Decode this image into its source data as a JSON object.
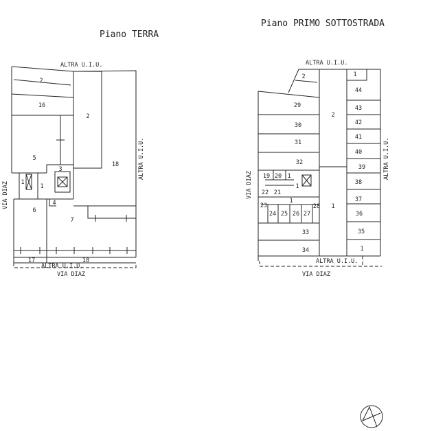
{
  "titles": {
    "terra": "Piano TERRA",
    "sottostrada": "Piano PRIMO SOTTOSTRADA"
  },
  "terra": {
    "altra_top": "ALTRA U.I.U.",
    "altra_right": "ALTRA U.I.U.",
    "altra_bottom": "ALTRA U.I.U.",
    "via_left": "VIA DIAZ",
    "via_bottom": "VIA DIAZ",
    "rooms": [
      "2",
      "16",
      "2",
      "5",
      "18",
      "3",
      "1",
      "1",
      "4",
      "6",
      "7",
      "17",
      "18"
    ]
  },
  "sottostrada": {
    "altra_top": "ALTRA U.I.U.",
    "altra_right": "ALTRA U.I.U.",
    "altra_bottom": "ALTRA U.I.U.",
    "via_left": "VIA DIAZ",
    "via_bottom": "VIA DIAZ",
    "rooms_left": [
      "2",
      "29",
      "30",
      "31",
      "32",
      "19",
      "20",
      "1",
      "22",
      "21",
      "1",
      "1",
      "23",
      "24",
      "25",
      "26",
      "27",
      "28",
      "33",
      "34"
    ],
    "rooms_center": [
      "2",
      "1"
    ],
    "rooms_right": [
      "1",
      "44",
      "43",
      "42",
      "41",
      "40",
      "39",
      "38",
      "37",
      "36",
      "35",
      "1"
    ]
  }
}
